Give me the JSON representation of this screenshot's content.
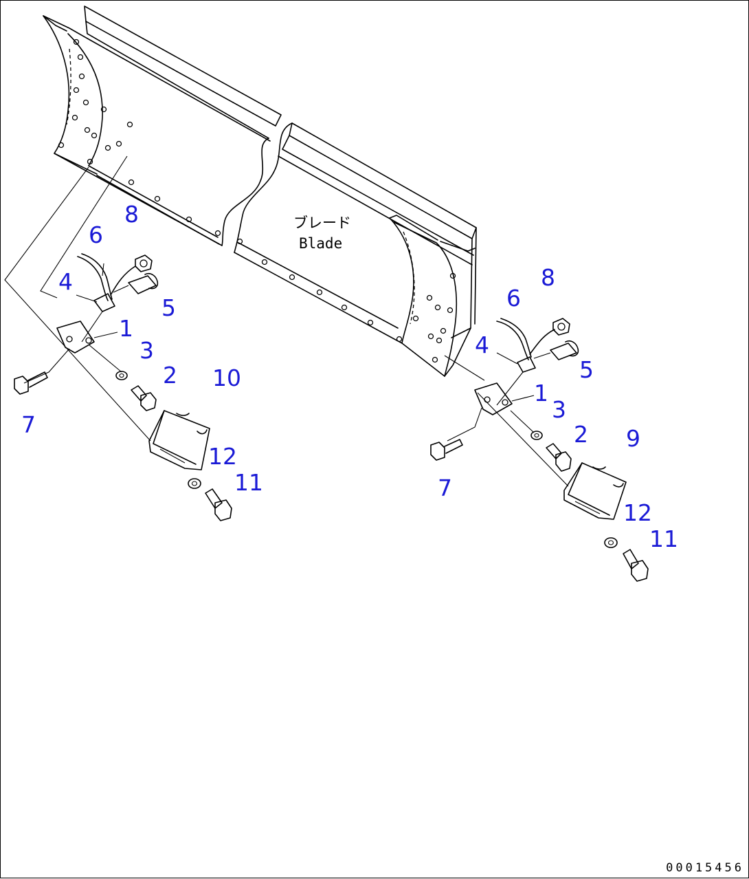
{
  "blade_label": {
    "japanese": "ブレード",
    "english": "Blade"
  },
  "callouts": {
    "left": {
      "c1": "1",
      "c2": "2",
      "c3": "3",
      "c4": "4",
      "c5": "5",
      "c6": "6",
      "c7": "7",
      "c8": "8",
      "c10": "10",
      "c11": "11",
      "c12": "12"
    },
    "right": {
      "c1": "1",
      "c2": "2",
      "c3": "3",
      "c4": "4",
      "c5": "5",
      "c6": "6",
      "c7": "7",
      "c8": "8",
      "c9": "9",
      "c11": "11",
      "c12": "12"
    }
  },
  "drawing_number": "00015456",
  "colors": {
    "callout": "#1a1ad6",
    "linework": "#000000",
    "background": "#ffffff"
  }
}
